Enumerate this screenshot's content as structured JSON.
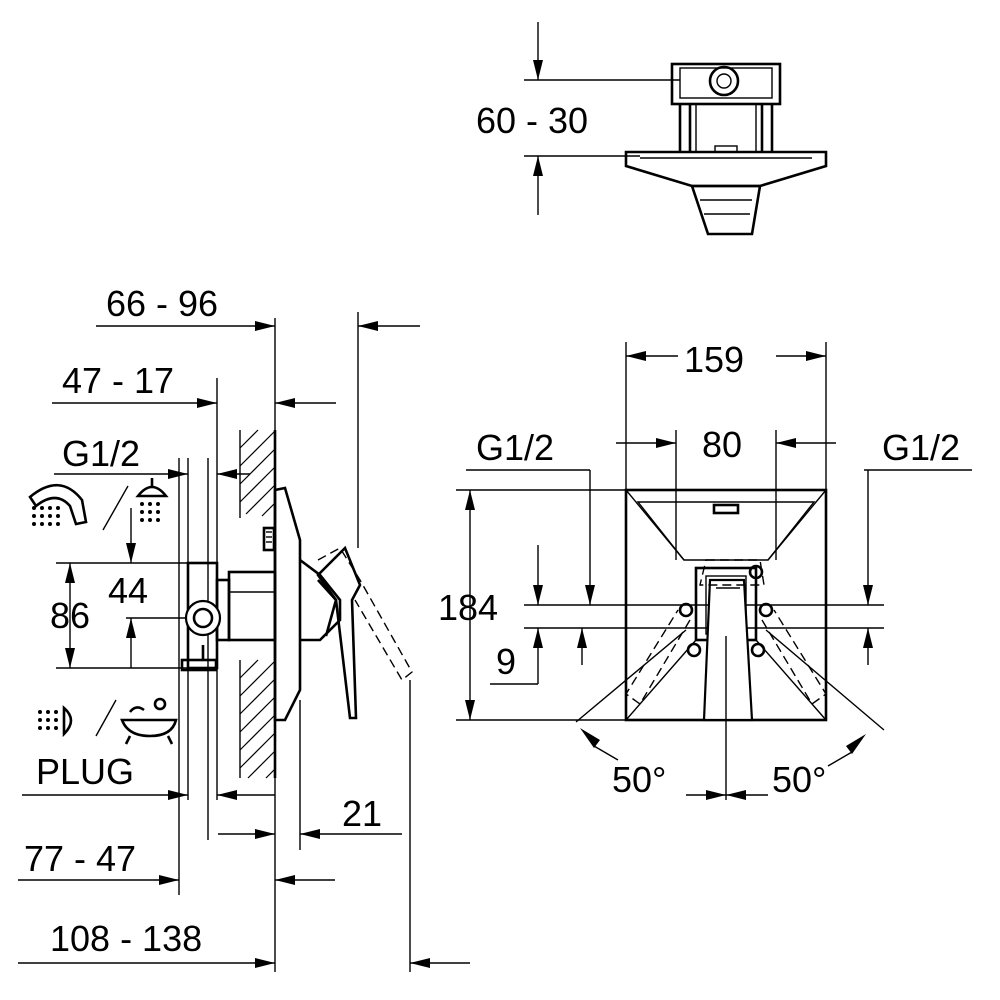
{
  "labels": {
    "top_depth": "60 - 30",
    "depth_a": "66 - 96",
    "depth_b": "47 - 17",
    "thread_left": "G1/2",
    "height_86": "86",
    "height_44": "44",
    "plug": "PLUG",
    "dim_21": "21",
    "depth_c": "77 - 47",
    "depth_d": "108 - 138",
    "width_159": "159",
    "width_80": "80",
    "thread_front_left": "G1/2",
    "thread_front_right": "G1/2",
    "height_184": "184",
    "offset_9": "9",
    "angle_left": "50°",
    "angle_right": "50°"
  },
  "icons": [
    "hand-shower-icon",
    "overhead-shower-icon",
    "body-jet-icon",
    "bathtub-icon"
  ]
}
